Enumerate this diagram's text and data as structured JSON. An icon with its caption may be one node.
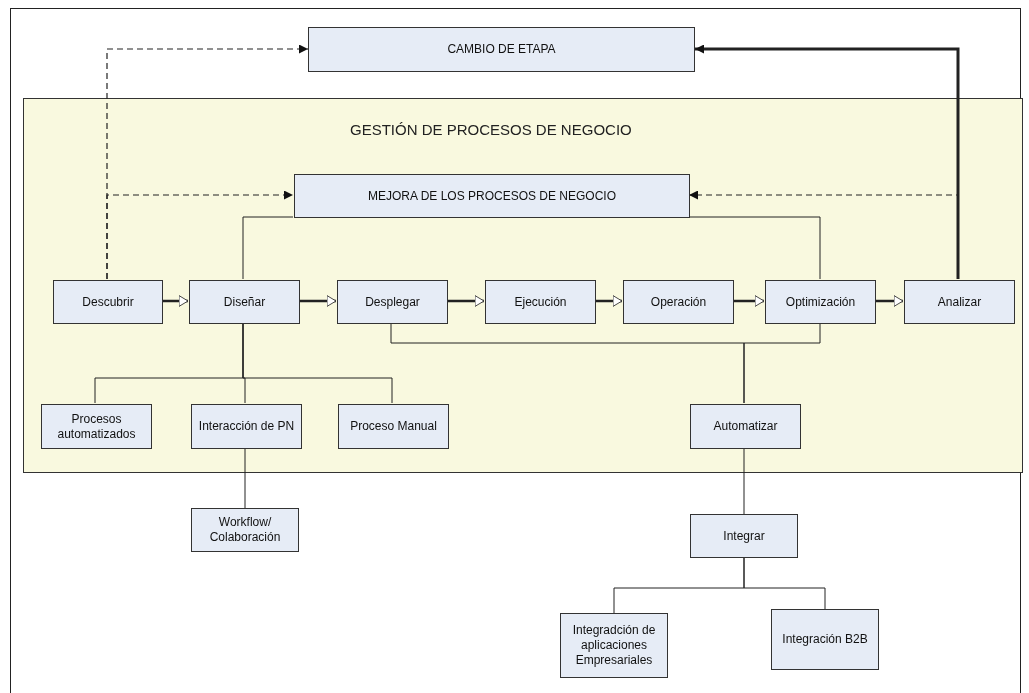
{
  "diagram": {
    "nodes": [
      {
        "text": [
          "CAMBIO DE ETAPA"
        ]
      },
      {
        "text": [
          "GESTIÓN DE PROCESOS DE NEGOCIO"
        ]
      },
      {
        "text": [
          "MEJORA DE LOS PROCESOS DE NEGOCIO"
        ],
        "in": 1
      },
      {
        "text": [
          "Descubrir"
        ],
        "in": 1
      },
      {
        "text": [
          "Diseñar"
        ],
        "in": 1
      },
      {
        "text": [
          "Desplegar"
        ],
        "in": 1
      },
      {
        "text": [
          "Ejecución"
        ],
        "in": 1
      },
      {
        "text": [
          "Operación"
        ],
        "in": 1
      },
      {
        "text": [
          "Optimización"
        ],
        "in": 1
      },
      {
        "text": [
          "Analizar"
        ],
        "in": 1
      },
      {
        "text": [
          "Procesos automatizados"
        ],
        "in": 1
      },
      {
        "text": [
          "Interacción de PN"
        ],
        "in": 1
      },
      {
        "text": [
          "Proceso Manual"
        ],
        "in": 1
      },
      {
        "text": [
          "Automatizar"
        ],
        "in": 1
      },
      {
        "text": [
          "Workflow/ Colaboración"
        ]
      },
      {
        "text": [
          "Integrar"
        ]
      },
      {
        "text": [
          "Integradción de aplicaciones Empresariales"
        ]
      },
      {
        "text": [
          "Integración B2B"
        ]
      }
    ],
    "edges": [
      {
        "from": 3,
        "to": 0,
        "arrow": "to",
        "style": "dashed"
      },
      {
        "from": 3,
        "to": 2,
        "arrow": "to",
        "style": "dashed"
      },
      {
        "from": 9,
        "to": 0,
        "arrow": "to",
        "style": "thick"
      },
      {
        "from": 9,
        "to": 2,
        "arrow": "to",
        "style": "dashed"
      },
      {
        "from": 2,
        "to": 4,
        "arrow": "none"
      },
      {
        "from": 2,
        "to": 8,
        "arrow": "none"
      },
      {
        "from": 3,
        "to": 4,
        "arrow": "to"
      },
      {
        "from": 4,
        "to": 5,
        "arrow": "to"
      },
      {
        "from": 5,
        "to": 6,
        "arrow": "to"
      },
      {
        "from": 6,
        "to": 7,
        "arrow": "to"
      },
      {
        "from": 7,
        "to": 8,
        "arrow": "to"
      },
      {
        "from": 8,
        "to": 9,
        "arrow": "to"
      },
      {
        "from": 4,
        "to": 10,
        "arrow": "none"
      },
      {
        "from": 4,
        "to": 11,
        "arrow": "none"
      },
      {
        "from": 4,
        "to": 12,
        "arrow": "none"
      },
      {
        "from": 5,
        "to": 13,
        "arrow": "none"
      },
      {
        "from": 8,
        "to": 13,
        "arrow": "none"
      },
      {
        "from": 11,
        "to": 14,
        "arrow": "none"
      },
      {
        "from": 13,
        "to": 15,
        "arrow": "none"
      },
      {
        "from": 15,
        "to": 16,
        "arrow": "none"
      },
      {
        "from": 15,
        "to": 17,
        "arrow": "none"
      }
    ]
  }
}
